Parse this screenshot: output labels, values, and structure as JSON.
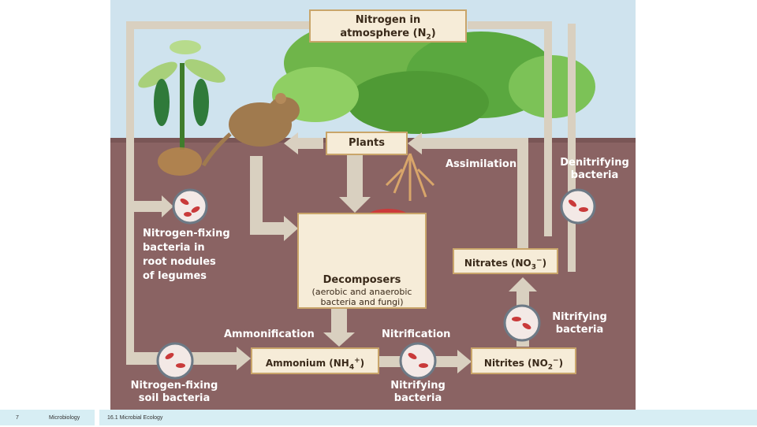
{
  "diagram": {
    "atmosphere": {
      "line1": "Nitrogen in",
      "line2": "atmosphere (N",
      "sub": "2",
      "close": ")"
    },
    "plants": "Plants",
    "assimilation": "Assimilation",
    "denitrifying": {
      "line1": "Denitrifying",
      "line2": "bacteria"
    },
    "nitrogen_fixing_root": [
      "Nitrogen-fixing",
      "bacteria in",
      "root nodules",
      "of legumes"
    ],
    "decomposers": {
      "title": "Decomposers",
      "line1": "(aerobic and anaerobic",
      "line2": "bacteria and fungi)"
    },
    "nitrates": {
      "text": "Nitrates (NO",
      "sub": "3",
      "sup": "−",
      "close": ")"
    },
    "nitrifying_upper": {
      "line1": "Nitrifying",
      "line2": "bacteria"
    },
    "ammonification": "Ammonification",
    "nitrification": "Nitrification",
    "ammonium": {
      "text": "Ammonium (NH",
      "sub": "4",
      "sup": "+",
      "close": ")"
    },
    "nitrites": {
      "text": "Nitrites (NO",
      "sub": "2",
      "sup": "−",
      "close": ")"
    },
    "nitrogen_fixing_soil": {
      "line1": "Nitrogen-fixing",
      "line2": "soil bacteria"
    },
    "nitrifying_lower": {
      "line1": "Nitrifying",
      "line2": "bacteria"
    }
  },
  "footer": {
    "page_number": "7",
    "course": "Microbiology",
    "section": "16.1 Microbial Ecology"
  },
  "colors": {
    "sky": "#cfe3ee",
    "soil": "#8a6363",
    "box_fill": "#f6ecd8",
    "box_border": "#c9a56a",
    "arrow": "#d9d0c0",
    "footer_bg": "#d7eef4"
  }
}
